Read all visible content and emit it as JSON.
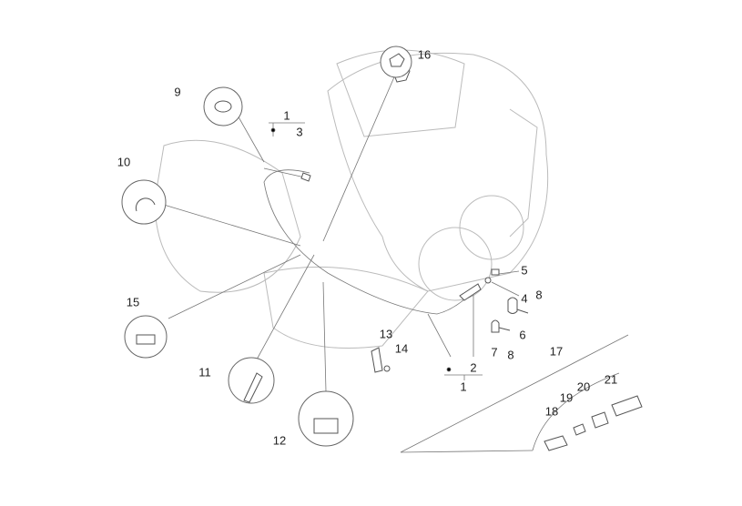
{
  "diagram": {
    "callouts": [
      {
        "id": "c1t",
        "text": "1"
      },
      {
        "id": "c3",
        "text": "3"
      },
      {
        "id": "c16",
        "text": "16"
      },
      {
        "id": "c9",
        "text": "9"
      },
      {
        "id": "c10",
        "text": "10"
      },
      {
        "id": "c15",
        "text": "15"
      },
      {
        "id": "c5",
        "text": "5"
      },
      {
        "id": "c4",
        "text": "4"
      },
      {
        "id": "c8a",
        "text": "8"
      },
      {
        "id": "c6",
        "text": "6"
      },
      {
        "id": "c7",
        "text": "7"
      },
      {
        "id": "c8b",
        "text": "8"
      },
      {
        "id": "c13",
        "text": "13"
      },
      {
        "id": "c14",
        "text": "14"
      },
      {
        "id": "c2",
        "text": "2"
      },
      {
        "id": "c1b",
        "text": "1"
      },
      {
        "id": "c11",
        "text": "11"
      },
      {
        "id": "c12",
        "text": "12"
      },
      {
        "id": "c17",
        "text": "17"
      },
      {
        "id": "c18",
        "text": "18"
      },
      {
        "id": "c19",
        "text": "19"
      },
      {
        "id": "c20",
        "text": "20"
      },
      {
        "id": "c21",
        "text": "21"
      }
    ]
  }
}
